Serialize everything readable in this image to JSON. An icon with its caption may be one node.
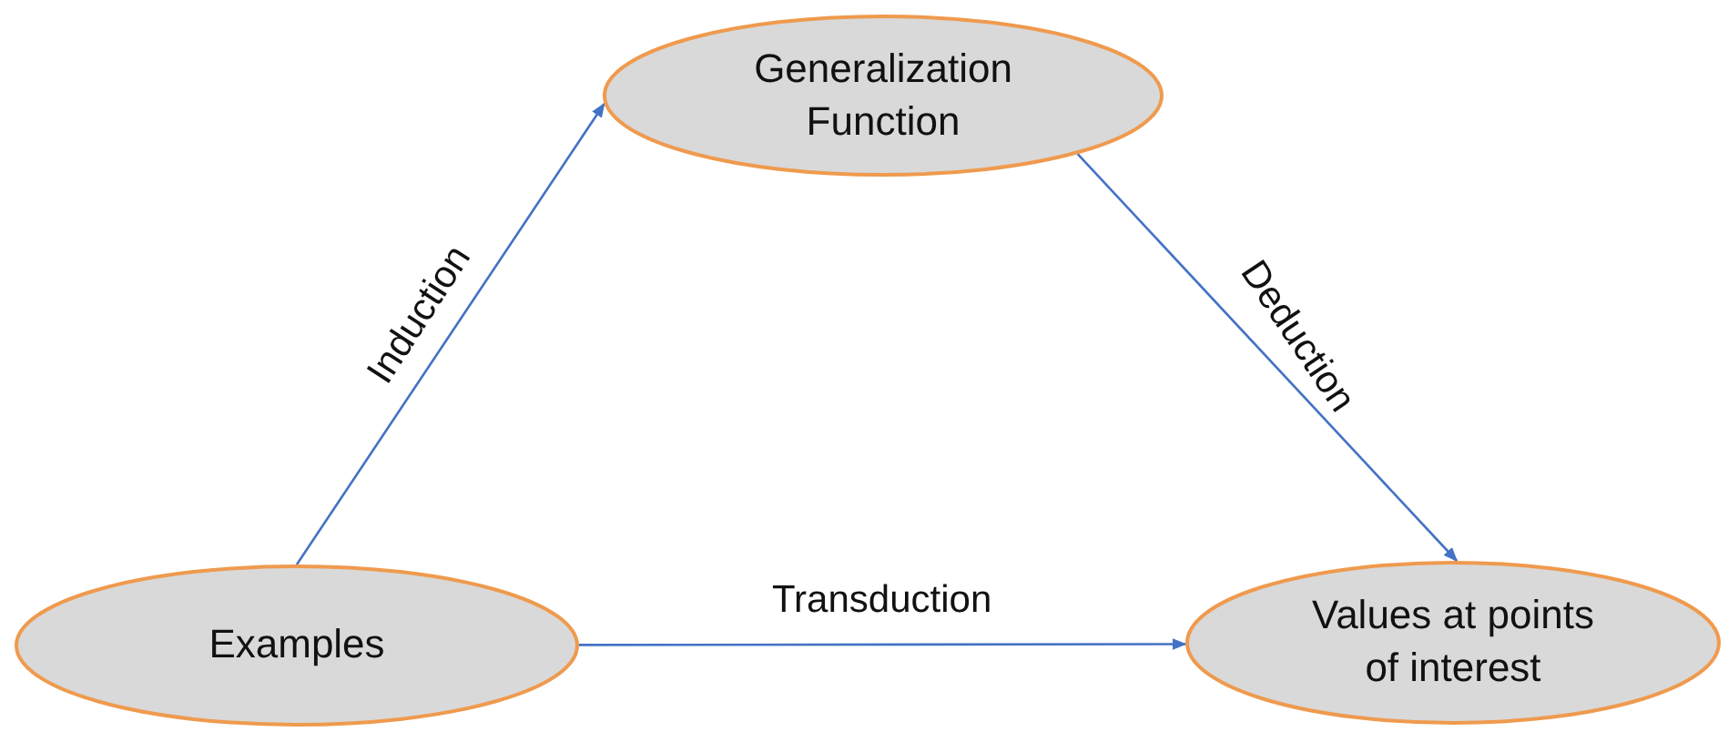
{
  "diagram": {
    "nodes": [
      {
        "text": [
          "Generalization Function"
        ]
      },
      {
        "text": [
          "Examples"
        ]
      },
      {
        "text": [
          "Values at points of interest"
        ]
      }
    ],
    "edges": [
      {
        "from": 1,
        "to": 0,
        "arrow": "to",
        "label": "Induction"
      },
      {
        "from": 0,
        "to": 2,
        "arrow": "to",
        "label": "Deduction"
      },
      {
        "from": 1,
        "to": 2,
        "arrow": "to",
        "label": "Transduction"
      }
    ]
  }
}
